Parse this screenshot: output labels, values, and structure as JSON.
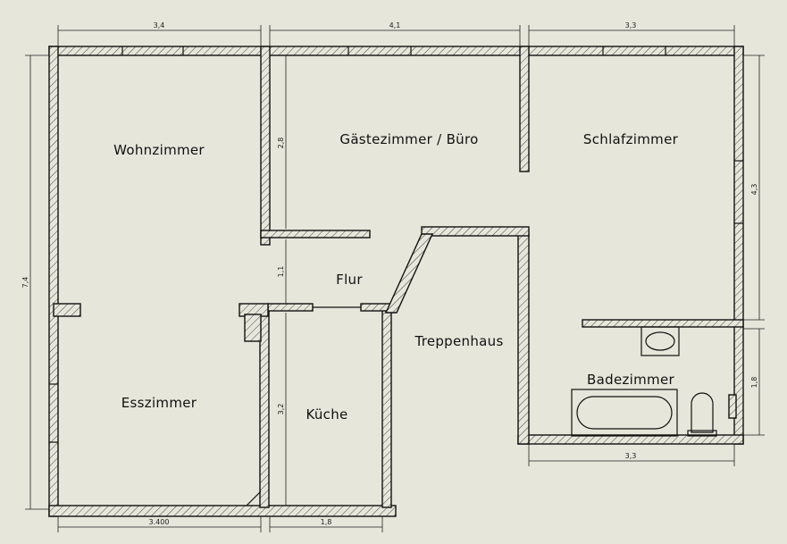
{
  "rooms": {
    "wohnzimmer": "Wohnzimmer",
    "gaestezimmer": "Gästezimmer / Büro",
    "schlafzimmer": "Schlafzimmer",
    "flur": "Flur",
    "treppenhaus": "Treppenhaus",
    "esszimmer": "Esszimmer",
    "kueche": "Küche",
    "badezimmer": "Badezimmer"
  },
  "dimensions": {
    "top_left": "3,4",
    "top_middle": "4,1",
    "top_right": "3,3",
    "left_total": "7,4",
    "right_upper": "4,3",
    "right_lower": "1,8",
    "gaeste_height": "2,8",
    "flur_height": "1,1",
    "kueche_height": "3,2",
    "bottom_left": "3.400",
    "bottom_middle": "1,8",
    "bad_width": "3,3"
  },
  "colors": {
    "background": "#e6e6db",
    "line": "#111111"
  }
}
